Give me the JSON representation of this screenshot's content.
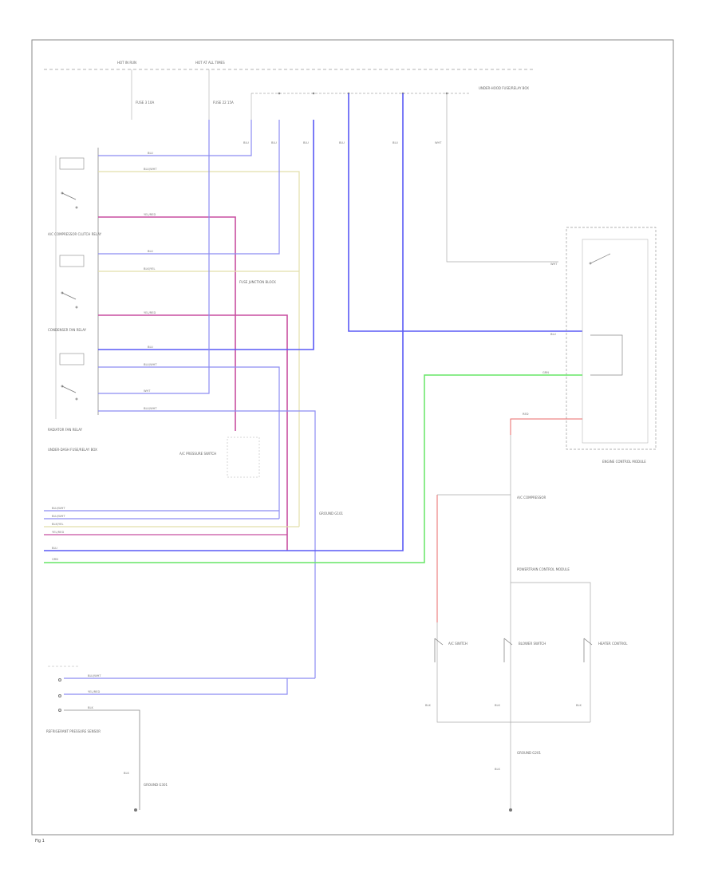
{
  "header": {
    "left_label": "HOT IN RUN",
    "right_label": "HOT AT ALL TIMES"
  },
  "fuses": {
    "fuse_a": "FUSE 3 10A",
    "fuse_b": "FUSE 22 15A"
  },
  "junction_block": "UNDER-HOOD FUSE/RELAY BOX",
  "modules": {
    "hi_relay": "A/C COMPRESSOR CLUTCH RELAY",
    "cond_relay": "CONDENSER FAN RELAY",
    "rad_relay": "RADIATOR FAN RELAY",
    "mid_block": "FUSE JUNCTION BLOCK",
    "under_dash": "UNDER-DASH FUSE/RELAY BOX",
    "ground_a": "GROUND G101",
    "pressure_switch": "A/C PRESSURE SWITCH",
    "engine_control": "ENGINE CONTROL MODULE",
    "ac_compressor": "A/C COMPRESSOR",
    "pcm": "POWERTRAIN CONTROL MODULE",
    "ground_b": "GROUND G201",
    "bottom_left": "REFRIGERANT PRESSURE SENSOR",
    "bottom_ground": "GROUND G301",
    "sw_1": "A/C SWITCH",
    "sw_2": "BLOWER SWITCH",
    "sw_3": "HEATER CONTROL"
  },
  "wire_labels": {
    "blu": "BLU",
    "blu_wht": "BLU/WHT",
    "blk_yel": "BLK/YEL",
    "yel_red": "YEL/RED",
    "grn": "GRN",
    "red": "RED",
    "blk": "BLK",
    "wht": "WHT"
  },
  "colors": {
    "blue": "#5a5af5",
    "light_blue": "#8c8cf2",
    "magenta": "#c84fa0",
    "yellow": "#e2dfaa",
    "green": "#67e667",
    "red": "#e86a6a",
    "gray": "#9a9a9a",
    "frame": "#8a8a8a"
  },
  "figure_number": "Fig 1"
}
